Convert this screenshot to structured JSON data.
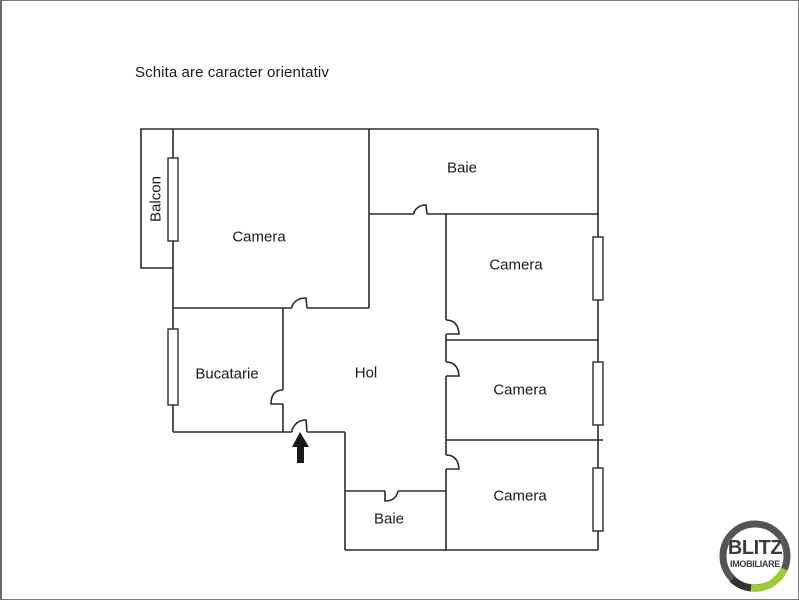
{
  "note": "Schita are caracter orientativ",
  "rooms": {
    "balcon": "Balcon",
    "camera_main": "Camera",
    "baie_top": "Baie",
    "camera_right_1": "Camera",
    "bucatarie": "Bucatarie",
    "hol": "Hol",
    "camera_right_2": "Camera",
    "camera_right_3": "Camera",
    "baie_bottom": "Baie"
  },
  "logo": {
    "brand": "BLITZ",
    "subtitle": "IMOBILIARE",
    "ring_color": "#555555",
    "accent_color": "#9acd32"
  },
  "colors": {
    "wall": "#2a2a2a",
    "background": "#ffffff",
    "arrow": "#1a1a1a"
  }
}
